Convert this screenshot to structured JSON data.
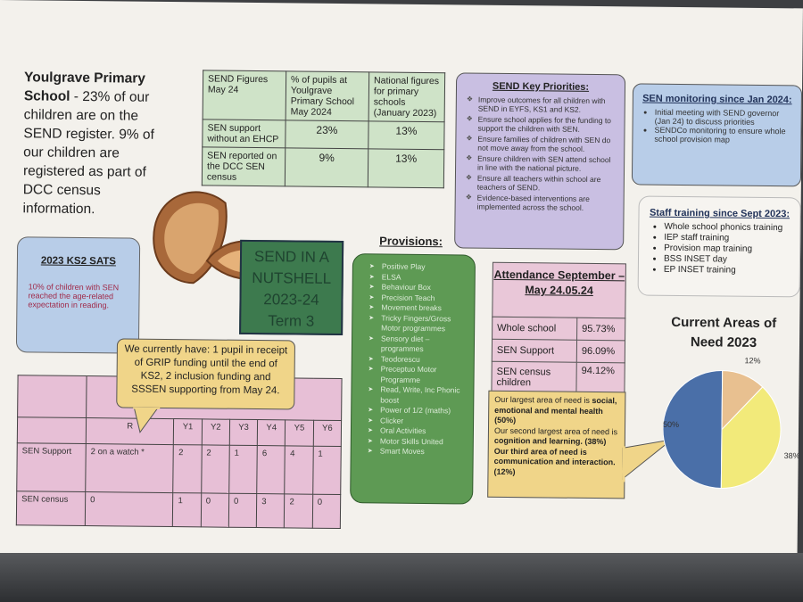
{
  "intro": {
    "bold": "Youlgrave Primary School",
    "text": " - 23% of our children are on the SEND register. 9% of our children are registered as part of DCC census information."
  },
  "send_figures": {
    "headers": [
      "SEND Figures May 24",
      "% of pupils at Youlgrave Primary School May 2024",
      "National figures for primary schools (January 2023)"
    ],
    "rows": [
      {
        "label": "SEN support without an EHCP",
        "school": "23%",
        "national": "13%"
      },
      {
        "label": "SEN reported on the DCC SEN census",
        "school": "9%",
        "national": "13%"
      }
    ]
  },
  "key_priorities": {
    "title": "SEND Key Priorities:",
    "items": [
      "Improve outcomes for all children with SEND in EYFS, KS1 and KS2.",
      "Ensure school applies for the funding to support the children with SEN.",
      "Ensure families of children with SEN do not move away from the school.",
      "Ensure children with SEN attend school in line with the national picture.",
      "Ensure all teachers within school are teachers of SEND.",
      "Evidence-based interventions are implemented across the school."
    ]
  },
  "sen_monitoring": {
    "title": "SEN monitoring since Jan 2024:",
    "items": [
      "Initial meeting with SEND governor (Jan 24) to discuss priorities",
      "SENDCo monitoring to ensure whole school provision map"
    ]
  },
  "staff_training": {
    "title": "Staff training since Sept 2023:",
    "items": [
      "Whole school phonics training",
      "IEP staff training",
      "Provision map training",
      "BSS INSET day",
      "EP INSET training"
    ]
  },
  "nutshell": {
    "line1": "SEND IN A",
    "line2": "NUTSHELL",
    "line3": "2023-24",
    "line4": "Term 3"
  },
  "provisions": {
    "title": "Provisions:",
    "items": [
      "Positive Play",
      "ELSA",
      "Behaviour Box",
      "Precision Teach",
      "Movement breaks",
      "Tricky Fingers/Gross Motor programmes",
      "Sensory diet – programmes",
      "Teodorescu",
      "Preceptuo Motor Programme",
      "Read, Write, Inc Phonic boost",
      "Power of 1/2 (maths)",
      "Clicker",
      "Oral Activities",
      "Motor Skills United",
      "Smart Moves"
    ]
  },
  "ks2_sats": {
    "title": "2023 KS2 SATS",
    "text": "10% of children with SEN reached the age-related expectation in reading."
  },
  "callout": {
    "text": "We currently have: 1 pupil in receipt of GRIP funding until the end of KS2, 2 inclusion funding and SSSEN supporting from May 24."
  },
  "year_table": {
    "headers": [
      "",
      "R",
      "Y1",
      "Y2",
      "Y3",
      "Y4",
      "Y5",
      "Y6"
    ],
    "rows": [
      {
        "label": "SEN Support",
        "values": [
          "2 on a watch *",
          "2",
          "2",
          "1",
          "6",
          "4",
          "1"
        ]
      },
      {
        "label": "SEN census",
        "values": [
          "0",
          "1",
          "0",
          "0",
          "3",
          "2",
          "0"
        ]
      }
    ]
  },
  "attendance": {
    "title": "Attendance September – May 24.05.24",
    "rows": [
      {
        "label": "Whole school",
        "value": "95.73%"
      },
      {
        "label": "SEN Support",
        "value": "96.09%"
      },
      {
        "label": "SEN census children",
        "value": "94.12%"
      }
    ]
  },
  "areas_of_need": {
    "l1": "Our largest area of need is ",
    "b1": "social, emotional and mental health (50%)",
    "l2": "Our second largest area of need is ",
    "b2": "cognition and learning. (38%)",
    "b3": "Our third area of need is communication and interaction.(12%)"
  },
  "chart_data": {
    "type": "pie",
    "title": "Current Areas of Need 2023",
    "values": [
      50,
      38,
      12
    ],
    "labels": [
      "50%",
      "38%",
      "12%"
    ],
    "colors": [
      "#4a6fa8",
      "#f2ea7a",
      "#e8c090"
    ]
  }
}
